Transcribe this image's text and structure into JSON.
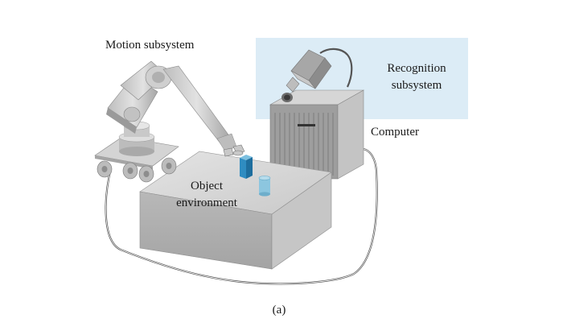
{
  "labels": {
    "motion_subsystem": "Motion subsystem",
    "recognition_line1": "Recognition",
    "recognition_line2": "subsystem",
    "computer": "Computer",
    "object_line1": "Object",
    "object_line2": "environment",
    "caption": "(a)"
  },
  "colors": {
    "recognition_panel": "#dcecf6",
    "metal_light": "#d0d0d0",
    "metal_mid": "#a9a9a9",
    "metal_dark": "#7a7a7a",
    "object_blue": "#3a97c9",
    "object_light_blue": "#8cc6df",
    "cable": "#555555"
  }
}
